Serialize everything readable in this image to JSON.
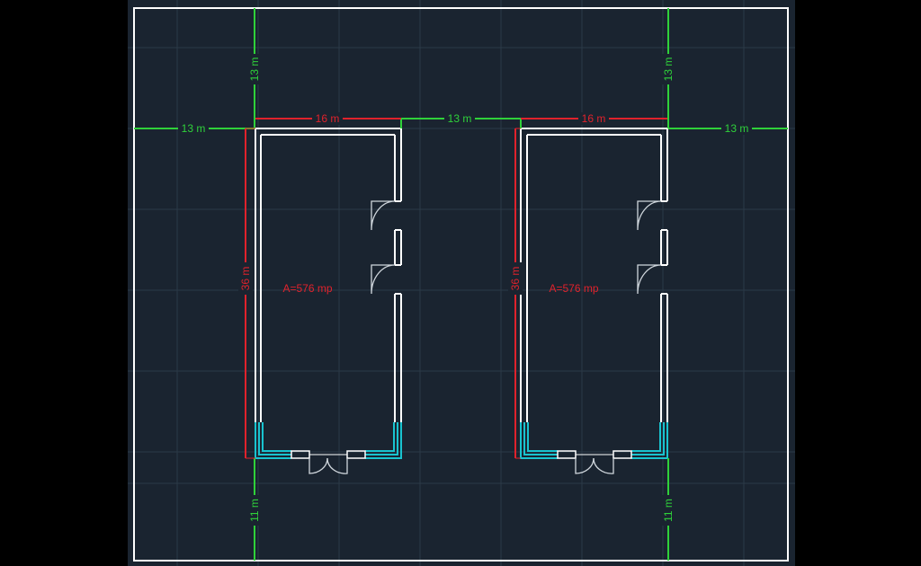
{
  "plot_border_color": "#ffffff",
  "colors": {
    "background": "#1a2430",
    "grid": "#2b3a47",
    "wall": "#ffffff",
    "window": "#19c3cf",
    "dimension_outer": "#2fd13a",
    "dimension_building": "#e0222c"
  },
  "dimensions": {
    "top_setback": "13 m",
    "left_setback": "13 m",
    "between_buildings": "13 m",
    "right_setback": "13 m",
    "bottom_setback": "11 m"
  },
  "buildings": [
    {
      "width_label": "16 m",
      "length_label": "36 m",
      "area_label": "A=576 mp"
    },
    {
      "width_label": "16 m",
      "length_label": "36 m",
      "area_label": "A=576 mp"
    }
  ]
}
